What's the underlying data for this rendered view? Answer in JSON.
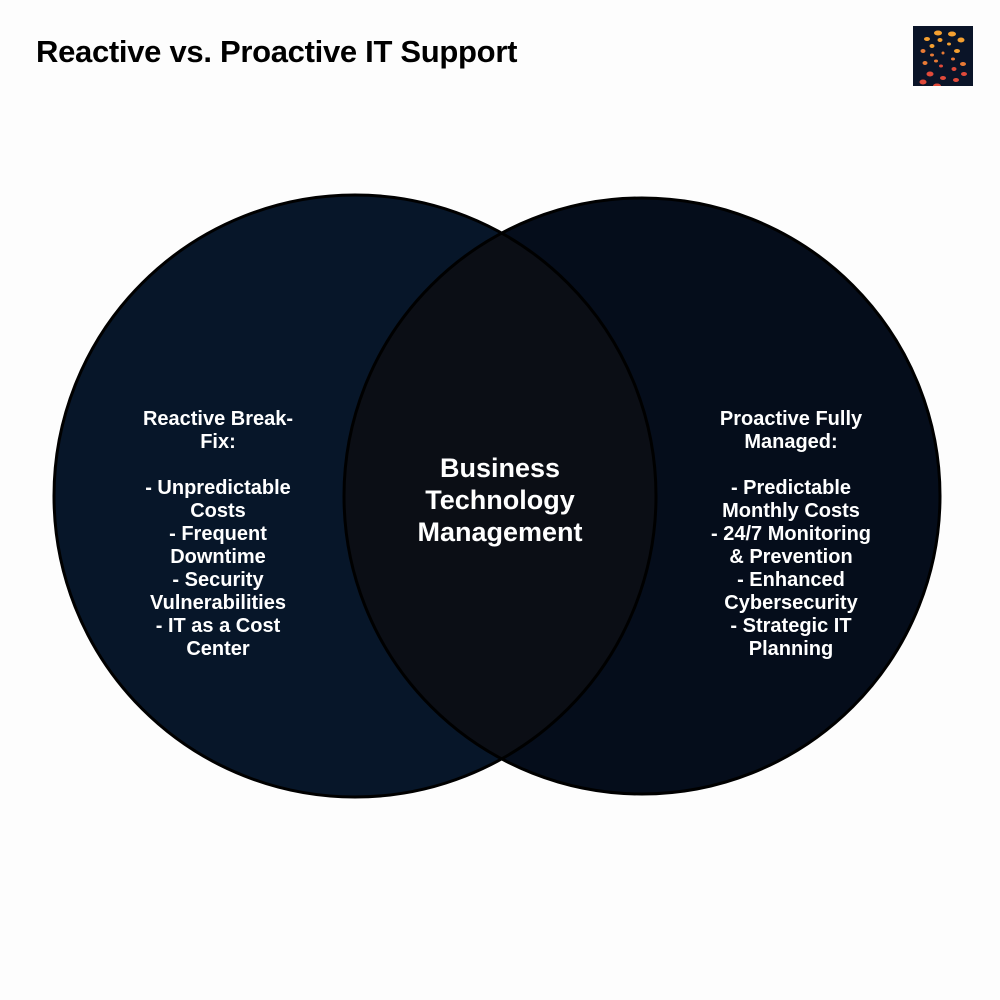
{
  "title": "Reactive vs. Proactive IT Support",
  "colors": {
    "left": "#071629",
    "right": "#050d1b",
    "overlap": "#0b0e15",
    "stroke": "#000000"
  },
  "venn": {
    "left": {
      "heading": "Reactive Break-\nFix:",
      "items": "- Unpredictable\nCosts\n- Frequent\nDowntime\n- Security\nVulnerabilities\n- IT as a Cost\nCenter"
    },
    "right": {
      "heading": "Proactive Fully\nManaged:",
      "items": "- Predictable\nMonthly Costs\n- 24/7 Monitoring\n& Prevention\n- Enhanced\nCybersecurity\n- Strategic IT\nPlanning"
    },
    "center": "Business\nTechnology\nManagement"
  }
}
